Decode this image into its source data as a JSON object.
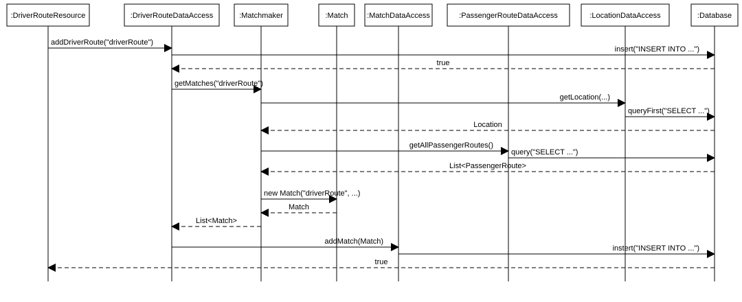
{
  "participants": [
    {
      "id": "drr",
      "label": ":DriverRouteResource"
    },
    {
      "id": "drda",
      "label": ":DriverRouteDataAccess"
    },
    {
      "id": "mm",
      "label": ":Matchmaker"
    },
    {
      "id": "match",
      "label": ":Match"
    },
    {
      "id": "mda",
      "label": ":MatchDataAccess"
    },
    {
      "id": "prda",
      "label": ":PassengerRouteDataAccess"
    },
    {
      "id": "lda",
      "label": ":LocationDataAccess"
    },
    {
      "id": "db",
      "label": ":Database"
    }
  ],
  "messages": [
    {
      "from": "drr",
      "to": "drda",
      "label": "addDriverRoute(\"driverRoute\")",
      "dashed": false
    },
    {
      "from": "drda",
      "to": "db",
      "label": "insert(\"INSERT INTO ...\")",
      "dashed": false
    },
    {
      "from": "db",
      "to": "drda",
      "label": "true",
      "dashed": true
    },
    {
      "from": "drda",
      "to": "mm",
      "label": "getMatches(\"driverRoute\")",
      "dashed": false
    },
    {
      "from": "mm",
      "to": "lda",
      "label": "getLocation(...)",
      "dashed": false
    },
    {
      "from": "lda",
      "to": "db",
      "label": "queryFirst(\"SELECT ...\")",
      "dashed": false
    },
    {
      "from": "db",
      "to": "mm",
      "label": "Location",
      "dashed": true
    },
    {
      "from": "mm",
      "to": "prda",
      "label": "getAllPassengerRoutes()",
      "dashed": false
    },
    {
      "from": "prda",
      "to": "db",
      "label": "query(\"SELECT ...\")",
      "dashed": false
    },
    {
      "from": "db",
      "to": "mm",
      "label": "List<PassengerRoute>",
      "dashed": true
    },
    {
      "from": "mm",
      "to": "match",
      "label": "new Match(\"driverRoute\", ...)",
      "dashed": false
    },
    {
      "from": "match",
      "to": "mm",
      "label": "Match",
      "dashed": true
    },
    {
      "from": "mm",
      "to": "drda",
      "label": "List<Match>",
      "dashed": true
    },
    {
      "from": "drda",
      "to": "mda",
      "label": "addMatch(Match)",
      "dashed": false
    },
    {
      "from": "mda",
      "to": "db",
      "label": "instert(\"INSERT INTO ...\")",
      "dashed": false
    },
    {
      "from": "db",
      "to": "drr",
      "label": "true",
      "dashed": true
    }
  ]
}
